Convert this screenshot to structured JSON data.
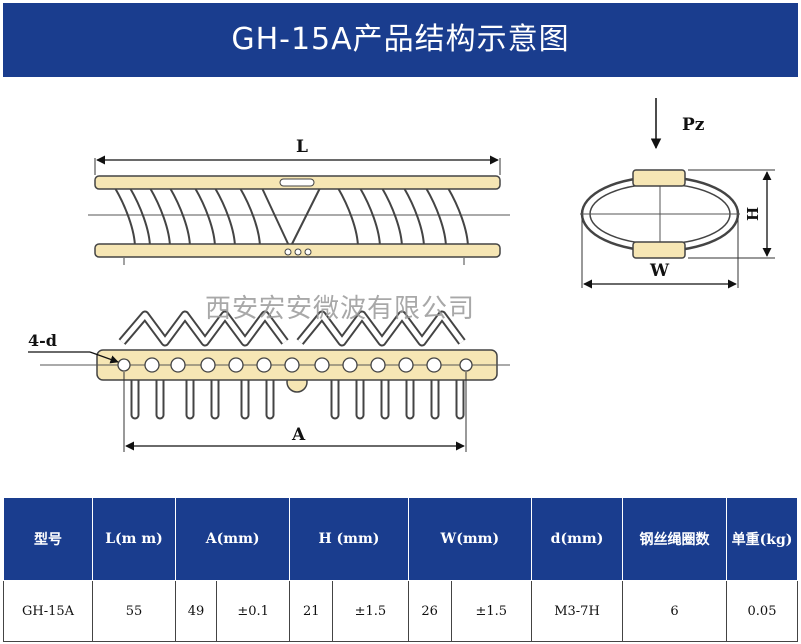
{
  "header": {
    "title": "GH-15A产品结构示意图"
  },
  "diagram": {
    "labels": {
      "L": "L",
      "A": "A",
      "hole": "4-d",
      "Pz": "Pz",
      "H": "H",
      "W": "W"
    },
    "watermark": "西安宏安微波有限公司",
    "colors": {
      "rail": "#f6e6b4",
      "stroke": "#444444"
    }
  },
  "table": {
    "headers": {
      "model": "型号",
      "L": "L(m m)",
      "A": "A(mm)",
      "H": "H (mm)",
      "W": "W(mm)",
      "d": "d(mm)",
      "coils": "钢丝绳圈数",
      "weight": "单重(kg)"
    },
    "row": {
      "model": "GH-15A",
      "L": "55",
      "A": "49",
      "A_tol": "±0.1",
      "H": "21",
      "H_tol": "±1.5",
      "W": "26",
      "W_tol": "±1.5",
      "d": "M3-7H",
      "coils": "6",
      "weight": "0.05"
    }
  }
}
